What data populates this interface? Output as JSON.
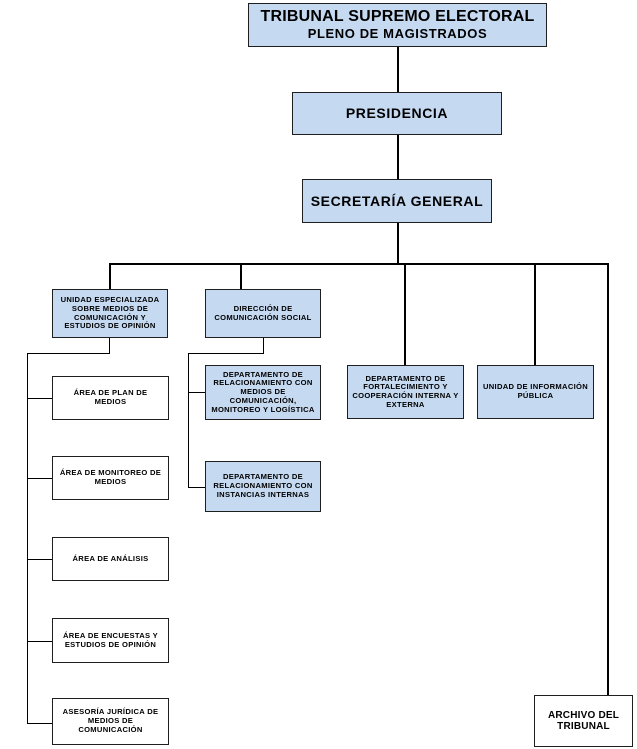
{
  "top": {
    "title": "TRIBUNAL SUPREMO ELECTORAL",
    "subtitle": "PLENO DE MAGISTRADOS"
  },
  "presidencia": "PRESIDENCIA",
  "secretaria": "SECRETARÍA GENERAL",
  "unidad_medios": "UNIDAD ESPECIALIZADA SOBRE MEDIOS DE COMUNICACIÓN Y ESTUDIOS DE OPINIÓN",
  "direccion_comunicacion": "DIRECCIÓN DE COMUNICACIÓN SOCIAL",
  "areas": [
    "ÁREA DE PLAN DE MEDIOS",
    "ÁREA DE MONITOREO DE MEDIOS",
    "ÁREA DE ANÁLISIS",
    "ÁREA DE ENCUESTAS Y ESTUDIOS DE OPINIÓN",
    "ASESORÍA JURÍDICA DE MEDIOS DE COMUNICACIÓN"
  ],
  "departamentos": [
    "DEPARTAMENTO DE RELACIONAMIENTO CON MEDIOS DE COMUNICACIÓN, MONITOREO Y LOGÍSTICA",
    "DEPARTAMENTO DE RELACIONAMIENTO CON INSTANCIAS INTERNAS"
  ],
  "fortalecimiento": "DEPARTAMENTO DE FORTALECIMIENTO Y COOPERACIÓN INTERNA Y EXTERNA",
  "informacion_publica": "UNIDAD DE INFORMACIÓN PÚBLICA",
  "archivo": "ARCHIVO DEL TRIBUNAL"
}
